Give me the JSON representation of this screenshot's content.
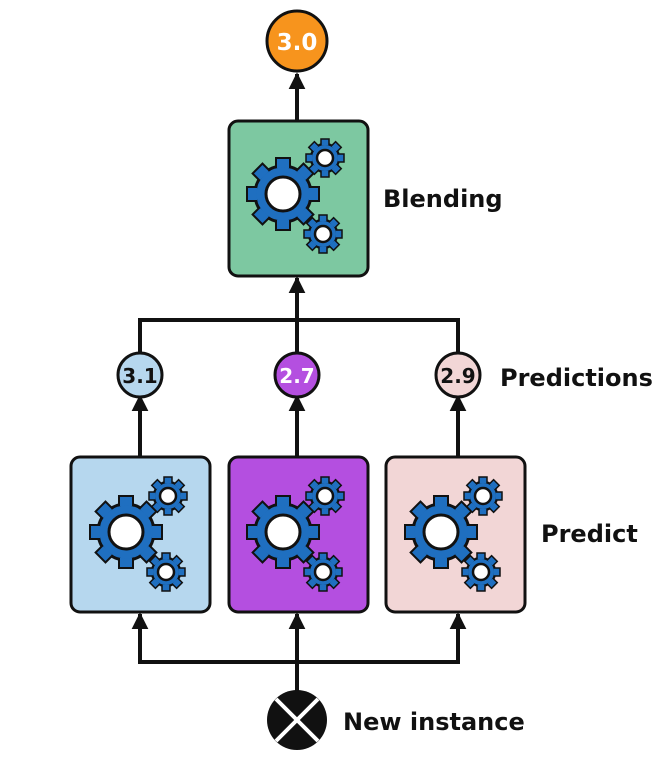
{
  "output": {
    "value": "3.0",
    "color": "#f7941d",
    "text_color": "#ffffff"
  },
  "blender": {
    "label": "Blending",
    "color": "#7dc8a1"
  },
  "predictions": {
    "label": "Predictions",
    "items": [
      {
        "value": "3.1",
        "color": "#b6d7ee",
        "text_color": "#111111"
      },
      {
        "value": "2.7",
        "color": "#b44fe0",
        "text_color": "#ffffff"
      },
      {
        "value": "2.9",
        "color": "#f2d6d6",
        "text_color": "#111111"
      }
    ]
  },
  "predictors": {
    "label": "Predict",
    "colors": [
      "#b6d7ee",
      "#b44fe0",
      "#f2d6d6"
    ]
  },
  "input": {
    "label": "New instance"
  },
  "icons": {
    "box": "gears-icon",
    "input": "x-circle-icon"
  },
  "style": {
    "line_color": "#111111",
    "gear_color": "#1f6fc0"
  }
}
